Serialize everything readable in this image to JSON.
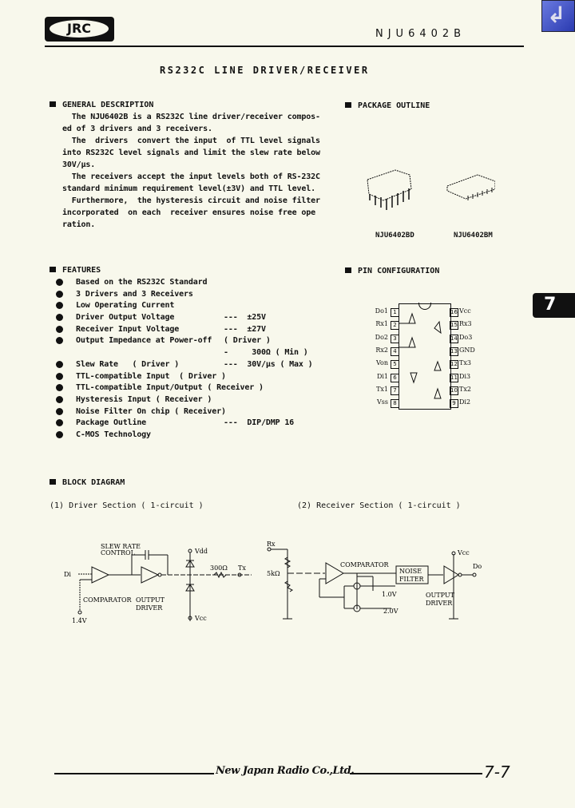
{
  "header": {
    "logo": "JRC",
    "part_number": "NJU6402B",
    "title": "RS232C LINE DRIVER/RECEIVER",
    "back_icon": "return-arrow-icon",
    "chapter_tab": "7"
  },
  "general_description": {
    "heading": "GENERAL DESCRIPTION",
    "lines": [
      "  The NJU6402B is a RS232C line driver/receiver compos-",
      "ed of 3 drivers and 3 receivers.",
      "  The  drivers  convert the input  of TTL level signals",
      "into RS232C level signals and limit the slew rate below",
      "30V/μs.",
      "  The receivers accept the input levels both of RS-232C",
      "standard minimum requirement level(±3V) and TTL level.",
      "  Furthermore,  the hysteresis circuit and noise filter",
      "incorporated  on each  receiver ensures noise free ope",
      "ration."
    ]
  },
  "package_outline": {
    "heading": "PACKAGE OUTLINE",
    "packages": [
      "NJU6402BD",
      "NJU6402BM"
    ]
  },
  "features": {
    "heading": "FEATURES",
    "items": [
      {
        "label": "Based on the RS232C Standard",
        "value": ""
      },
      {
        "label": "3 Drivers and 3 Receivers",
        "value": ""
      },
      {
        "label": "Low Operating Current",
        "value": ""
      },
      {
        "label": "Driver Output Voltage",
        "value": "---  ±25V"
      },
      {
        "label": "Receiver Input Voltage",
        "value": "---  ±27V"
      },
      {
        "label": "Output Impedance at Power-off",
        "value": "( Driver )"
      },
      {
        "label": "",
        "value": "-     300Ω ( Min )"
      },
      {
        "label": "Slew Rate   ( Driver )",
        "value": "---  30V/μs ( Max )"
      },
      {
        "label": "TTL-compatible Input  ( Driver )",
        "value": ""
      },
      {
        "label": "TTL-compatible Input/Output ( Receiver )",
        "value": ""
      },
      {
        "label": "Hysteresis Input ( Receiver )",
        "value": ""
      },
      {
        "label": "Noise Filter On chip ( Receiver)",
        "value": ""
      },
      {
        "label": "Package Outline",
        "value": "---  DIP/DMP 16"
      },
      {
        "label": "C-MOS Technology",
        "value": ""
      }
    ]
  },
  "pin_configuration": {
    "heading": "PIN CONFIGURATION",
    "left": [
      {
        "n": "1",
        "name": "Do1"
      },
      {
        "n": "2",
        "name": "Rx1"
      },
      {
        "n": "3",
        "name": "Do2"
      },
      {
        "n": "4",
        "name": "Rx2"
      },
      {
        "n": "5",
        "name": "Von"
      },
      {
        "n": "6",
        "name": "Di1"
      },
      {
        "n": "7",
        "name": "Tx1"
      },
      {
        "n": "8",
        "name": "Vss"
      }
    ],
    "right": [
      {
        "n": "16",
        "name": "Vcc"
      },
      {
        "n": "15",
        "name": "Rx3"
      },
      {
        "n": "14",
        "name": "Do3"
      },
      {
        "n": "13",
        "name": "GND"
      },
      {
        "n": "12",
        "name": "Tx3"
      },
      {
        "n": "11",
        "name": "Di3"
      },
      {
        "n": "10",
        "name": "Tx2"
      },
      {
        "n": "9",
        "name": "Di2"
      }
    ]
  },
  "block_diagram": {
    "heading": "BLOCK DIAGRAM",
    "driver": {
      "title": "(1) Driver Section ( 1-circuit )",
      "slew": "SLEW RATE",
      "control": "CONTROL",
      "di": "Di",
      "comparator": "COMPARATOR",
      "output": "OUTPUT",
      "driver": "DRIVER",
      "vdd": "Vdd",
      "vcc": "Vcc",
      "r": "300Ω",
      "tx": "Tx",
      "ref": "1.4V"
    },
    "receiver": {
      "title": "(2) Receiver Section ( 1-circuit )",
      "rx": "Rx",
      "r": "5kΩ",
      "comparator": "COMPARATOR",
      "noise": "NOISE",
      "filter": "FILTER",
      "v1": "1.0V",
      "v2": "2.0V",
      "vcc": "Vcc",
      "do": "Do",
      "output": "OUTPUT",
      "driver": "DRIVER"
    }
  },
  "footer": {
    "company": "New Japan Radio Co.,Ltd.",
    "page": "7-7"
  }
}
